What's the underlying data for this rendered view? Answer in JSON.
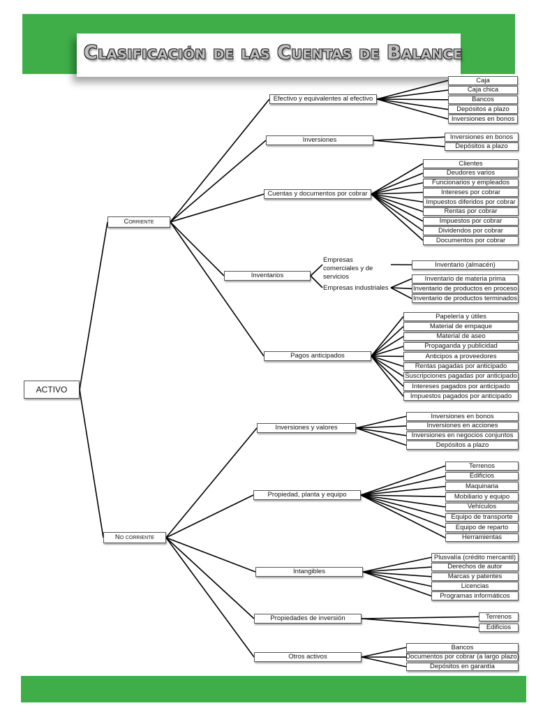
{
  "title": "Clasificación de las Cuentas de Balance",
  "root": "ACTIVO",
  "branches": [
    {
      "label": "Corriente",
      "categories": [
        {
          "label": "Efectivo y equivalentes al efectivo",
          "items": [
            "Caja",
            "Caja chica",
            "Bancos",
            "Depósitos a plazo",
            "Inversiones en bonos"
          ]
        },
        {
          "label": "Inversiones",
          "items": [
            "Inversiones en bonos",
            "Depósitos a plazo"
          ]
        },
        {
          "label": "Cuentas y documentos por cobrar",
          "items": [
            "Clientes",
            "Deudores varios",
            "Funcionarios y empleados",
            "Intereses por cobrar",
            "Impuestos diferidos por cobrar",
            "Rentas por cobrar",
            "Impuestos por cobrar",
            "Dividendos por cobrar",
            "Documentos por cobrar"
          ]
        },
        {
          "label": "Inventarios",
          "subgroups": [
            {
              "label": "Empresas comerciales y de servicios",
              "items": [
                "Inventario (almacén)"
              ]
            },
            {
              "label": "Empresas industriales",
              "items": [
                "Inventario de materia prima",
                "Inventario de productos en proceso",
                "Inventario de productos terminados"
              ]
            }
          ]
        },
        {
          "label": "Pagos anticipados",
          "items": [
            "Papelería y útiles",
            "Material de empaque",
            "Material de aseo",
            "Propaganda y publicidad",
            "Anticipos a proveedores",
            "Rentas pagadas por anticipado",
            "Suscripciones pagadas por anticipado",
            "Intereses pagados por anticipado",
            "Impuestos pagados por anticipado"
          ]
        }
      ]
    },
    {
      "label": "No corriente",
      "categories": [
        {
          "label": "Inversiones y valores",
          "items": [
            "Inversiones en bonos",
            "Inversiones en acciones",
            "Inversiones en negocios conjuntos",
            "Depósitos a plazo"
          ]
        },
        {
          "label": "Propiedad, planta y equipo",
          "items": [
            "Terrenos",
            "Edificios",
            "Maquinaria",
            "Mobiliario y equipo",
            "Vehículos",
            "Equipo de transporte",
            "Equipo de reparto",
            "Herramientas"
          ]
        },
        {
          "label": "Intangibles",
          "items": [
            "Plusvalía (crédito mercantil)",
            "Derechos de autor",
            "Marcas y patentes",
            "Licencias",
            "Programas informáticos"
          ]
        },
        {
          "label": "Propiedades de inversión",
          "items": [
            "Terrenos",
            "Edificios"
          ]
        },
        {
          "label": "Otros activos",
          "items": [
            "Bancos",
            "Documentos por cobrar (a largo plazo)",
            "Depósitos en garantía"
          ]
        }
      ]
    }
  ],
  "colors": {
    "band": "#3fae49",
    "line": "#000000",
    "box_border": "#555555"
  }
}
